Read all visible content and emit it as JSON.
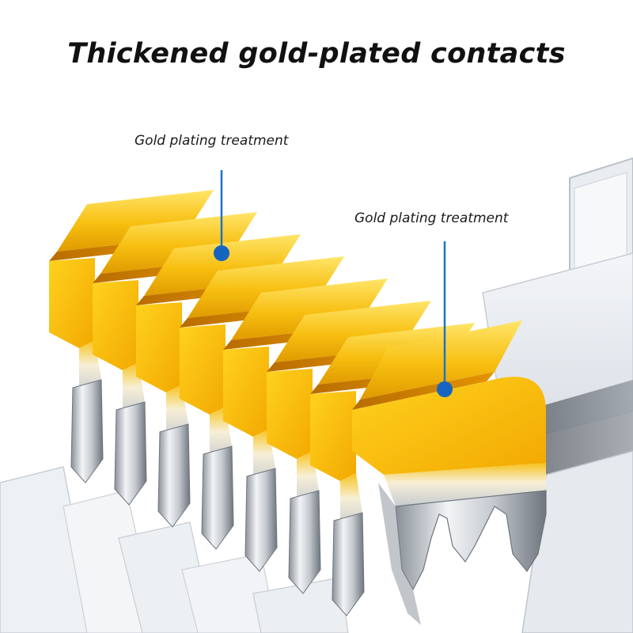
{
  "title": "Thickened gold-plated contacts",
  "callouts": [
    {
      "label": "Gold plating treatment"
    },
    {
      "label": "Gold plating treatment"
    }
  ],
  "colors": {
    "gold": "#f5b400",
    "gold_light": "#ffd83a",
    "gold_dark": "#c27a00",
    "silver": "#c9cdd3",
    "silver_dark": "#7d838b",
    "leader_line": "#1e73c8",
    "leader_dot": "#1565c0"
  },
  "subject": {
    "description_icon": "rj45-connector-contacts",
    "contact_count": 8
  }
}
